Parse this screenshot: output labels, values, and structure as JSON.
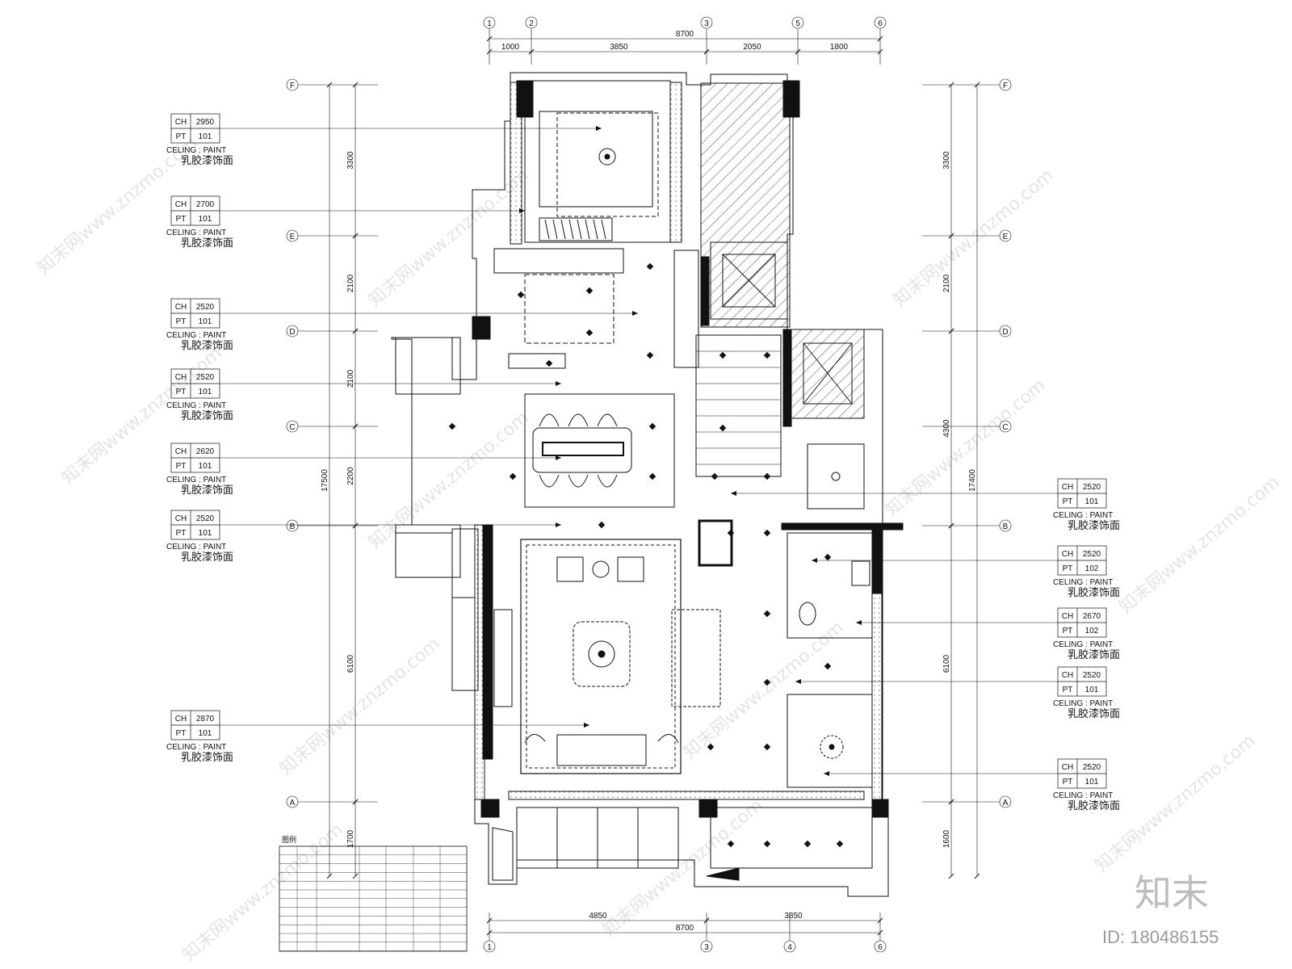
{
  "grid_top": [
    "1",
    "2",
    "3",
    "5",
    "6"
  ],
  "grid_bottom": [
    "1",
    "3",
    "4",
    "6"
  ],
  "grid_rows": [
    "F",
    "E",
    "D",
    "C",
    "B",
    "A"
  ],
  "dims_top": {
    "total": "8700",
    "segments": [
      "1000",
      "3850",
      "2050",
      "1800"
    ]
  },
  "dims_bottom": {
    "total": "8700",
    "segments": [
      "4850",
      "3850"
    ]
  },
  "dims_left": {
    "total": "17500",
    "segments": [
      "3300",
      "2100",
      "2100",
      "2200",
      "6100",
      "1700"
    ]
  },
  "dims_right": {
    "total": "17400",
    "segments": [
      "3300",
      "2100",
      "4300",
      "6100",
      "1600"
    ]
  },
  "callouts_left": [
    {
      "ch_label": "CH",
      "ch": "2950",
      "pt_label": "PT",
      "pt": "101",
      "note": "CELING : PAINT",
      "finish": "乳胶漆饰面"
    },
    {
      "ch_label": "CH",
      "ch": "2700",
      "pt_label": "PT",
      "pt": "101",
      "note": "CELING : PAINT",
      "finish": "乳胶漆饰面"
    },
    {
      "ch_label": "CH",
      "ch": "2520",
      "pt_label": "PT",
      "pt": "101",
      "note": "CELING : PAINT",
      "finish": "乳胶漆饰面"
    },
    {
      "ch_label": "CH",
      "ch": "2520",
      "pt_label": "PT",
      "pt": "101",
      "note": "CELING : PAINT",
      "finish": "乳胶漆饰面"
    },
    {
      "ch_label": "CH",
      "ch": "2620",
      "pt_label": "PT",
      "pt": "101",
      "note": "CELING : PAINT",
      "finish": "乳胶漆饰面"
    },
    {
      "ch_label": "CH",
      "ch": "2520",
      "pt_label": "PT",
      "pt": "101",
      "note": "CELING : PAINT",
      "finish": "乳胶漆饰面"
    },
    {
      "ch_label": "CH",
      "ch": "2870",
      "pt_label": "PT",
      "pt": "101",
      "note": "CELING : PAINT",
      "finish": "乳胶漆饰面"
    }
  ],
  "callouts_right": [
    {
      "ch_label": "CH",
      "ch": "2520",
      "pt_label": "PT",
      "pt": "101",
      "note": "CELING : PAINT",
      "finish": "乳胶漆饰面"
    },
    {
      "ch_label": "CH",
      "ch": "2520",
      "pt_label": "PT",
      "pt": "102",
      "note": "CELING : PAINT",
      "finish": "乳胶漆饰面"
    },
    {
      "ch_label": "CH",
      "ch": "2670",
      "pt_label": "PT",
      "pt": "102",
      "note": "CELING : PAINT",
      "finish": "乳胶漆饰面"
    },
    {
      "ch_label": "CH",
      "ch": "2520",
      "pt_label": "PT",
      "pt": "101",
      "note": "CELING : PAINT",
      "finish": "乳胶漆饰面"
    },
    {
      "ch_label": "CH",
      "ch": "2520",
      "pt_label": "PT",
      "pt": "101",
      "note": "CELING : PAINT",
      "finish": "乳胶漆饰面"
    }
  ],
  "legend": {
    "title": "图例"
  },
  "watermark": {
    "site": "www.znzmo.com",
    "brand": "知末网",
    "logo": "知末",
    "id": "ID: 180486155"
  },
  "colors": {
    "line": "#111111",
    "hatch": "#555555",
    "watermark": "#cfcfcf"
  }
}
